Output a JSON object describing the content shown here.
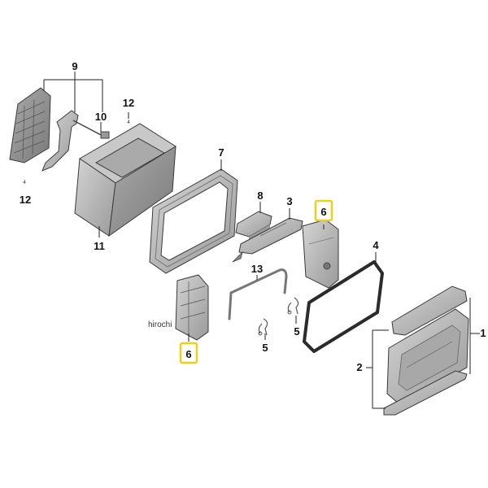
{
  "callouts": {
    "c1": "1",
    "c2": "2",
    "c3": "3",
    "c4": "4",
    "c5a": "5",
    "c5b": "5",
    "c6a": "6",
    "c6b": "6",
    "c7": "7",
    "c8": "8",
    "c9": "9",
    "c10": "10",
    "c11": "11",
    "c12a": "12",
    "c12b": "12",
    "c13": "13"
  },
  "small_marks": {
    "m12a": "4",
    "m12b": "4"
  },
  "watermark": "hirochi",
  "colors": {
    "part_fill": "#b9b9b9",
    "part_dark": "#8a8a8a",
    "part_light": "#d6d6d6",
    "highlight": "#f0cf1a",
    "gasket": "#2b2b2b"
  }
}
